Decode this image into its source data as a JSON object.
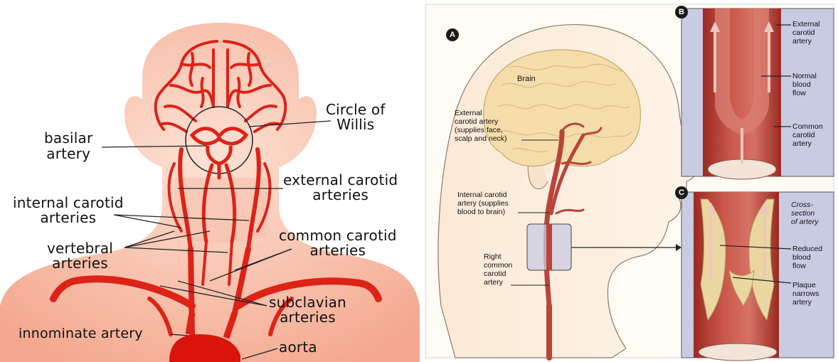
{
  "left_panel": {
    "labels": {
      "circle_of_willis": [
        "Circle of",
        "Willis"
      ],
      "basilar_artery": [
        "basilar",
        "artery"
      ],
      "external_carotid": [
        "external carotid",
        "arteries"
      ],
      "internal_carotid": [
        "internal carotid",
        "arteries"
      ],
      "common_carotid": [
        "common carotid",
        "arteries"
      ],
      "vertebral": [
        "vertebral",
        "arteries"
      ],
      "subclavian": [
        "subclavian",
        "arteries"
      ],
      "innominate": "innominate artery",
      "aorta": "aorta"
    },
    "colors": {
      "skin": "#f6b9a3",
      "skin_light": "#fbd8c8",
      "artery": "#e0241c",
      "artery_dark": "#b8140e",
      "line": "#222222"
    }
  },
  "right_panel": {
    "badges": {
      "a": "A",
      "b": "B",
      "c": "C"
    },
    "labels": {
      "brain": "Brain",
      "external_carotid_artery": [
        "External",
        "carotid artery",
        "(supplies face,",
        "scalp and neck)"
      ],
      "internal_carotid_artery": [
        "Internal carotid",
        "artery (supplies",
        "blood to brain)"
      ],
      "right_common_carotid": [
        "Right",
        "common",
        "carotid",
        "artery"
      ],
      "b_external": [
        "External",
        "carotid",
        "artery"
      ],
      "b_normal": [
        "Normal",
        "blood",
        "flow"
      ],
      "b_common": [
        "Common",
        "carotid",
        "artery"
      ],
      "c_cross": [
        "Cross-",
        "section",
        "of artery"
      ],
      "c_reduced": [
        "Reduced",
        "blood",
        "flow"
      ],
      "c_plaque": [
        "Plaque",
        "narrows",
        "artery"
      ]
    },
    "colors": {
      "panel_bg": "#c9cbe3",
      "artery_red": "#b8443a",
      "plaque": "#e8d7a2",
      "brain": "#f3d9a4",
      "head": "#fdf3e4"
    }
  }
}
